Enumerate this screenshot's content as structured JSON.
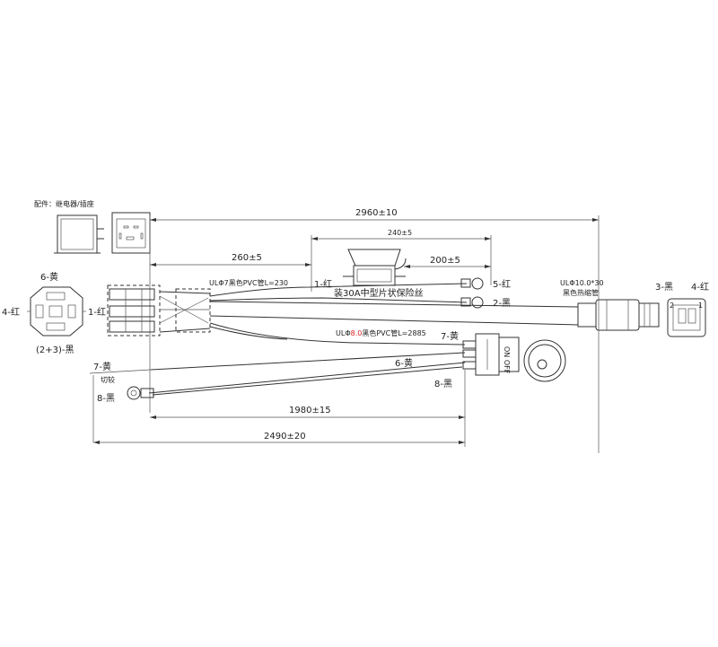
{
  "relay_top_note": "配件：继电器/插座",
  "dimensions": {
    "overall": "2960±10",
    "fuse_span": "240±5",
    "relay_branch": "260±5",
    "fuse_branch": "200±5",
    "switch_branch": "1980±15",
    "ground_branch": "2490±20"
  },
  "pin_labels": {
    "p6": "6-黄",
    "p4": "4-红",
    "p1": "1-红",
    "p23": "(2+3)-黑"
  },
  "notes": {
    "pvc_small": "ULΦ7黑色PVC管L=230",
    "fuse_note": "装30A中型片状保险丝",
    "pvc_large_pre": "ULΦ",
    "pvc_large_red": "8.0",
    "pvc_large_post": "黑色PVC管L=2885",
    "heat_shrink_1": "ULΦ10.0*30",
    "heat_shrink_2": "黑色热缩管",
    "cut_note": "切较"
  },
  "wire_labels": {
    "w1": "1-红",
    "w5": "5-红",
    "w2": "2-黑",
    "w3": "3-黑",
    "w4": "4-红",
    "w7a": "7-黄",
    "w6": "6-黄",
    "w8a": "8-黑",
    "w7b": "7-黄",
    "w8b": "8-黑"
  },
  "connector_pins": {
    "left": "2",
    "right": "1"
  },
  "switch_text": "ON OFF"
}
